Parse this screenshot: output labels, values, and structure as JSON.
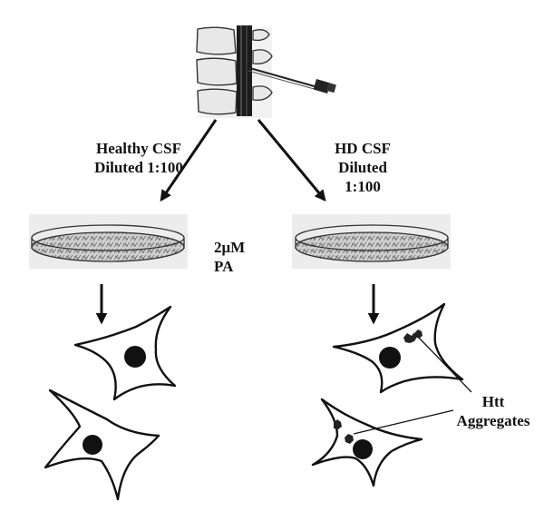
{
  "labels": {
    "healthy_csf": "Healthy CSF",
    "healthy_dilution": "Diluted 1:100",
    "hd_csf": "HD CSF",
    "hd_diluted": "Diluted",
    "hd_ratio": "1:100",
    "pa_concentration": "2μM",
    "pa": "PA",
    "htt": "Htt",
    "aggregates": "Aggregates"
  },
  "icons": {
    "spine": "lumbar-spine-with-puncture-needle-icon",
    "dish": "petri-dish-with-cells-icon",
    "cell": "neuron-cell-icon"
  },
  "colors": {
    "ink": "#111111",
    "dish_fill": "#d9d9d9"
  }
}
